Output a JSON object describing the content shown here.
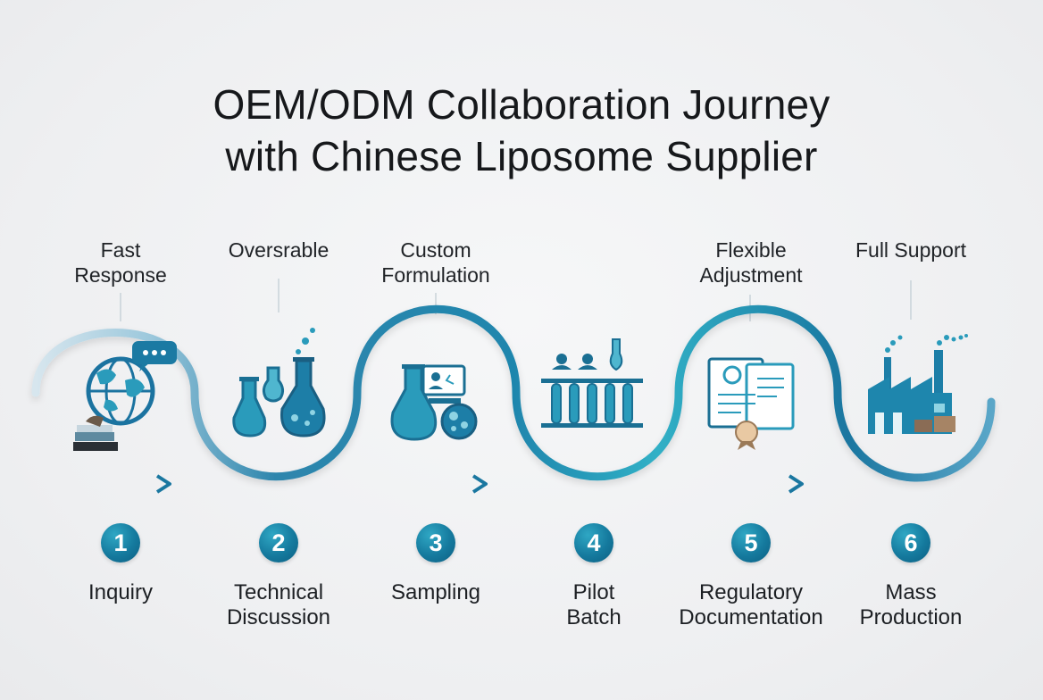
{
  "title": {
    "line1": "OEM/ODM Collaboration Journey",
    "line2": "with Chinese Liposome Supplier"
  },
  "colors": {
    "path_dark": "#17739a",
    "path_light": "#36b3c8",
    "icon_dark": "#1a6f93",
    "icon_mid": "#2a9bbb",
    "icon_light": "#8fd3e3"
  },
  "steps": [
    {
      "number": "1",
      "label_line1": "Inquiry",
      "label_line2": "",
      "top_line1": "Fast",
      "top_line2": "Response",
      "icon": "globe-chat-icon"
    },
    {
      "number": "2",
      "label_line1": "Technical",
      "label_line2": "Discussion",
      "top_line1": "Oversrable",
      "top_line2": "",
      "icon": "lab-flasks-icon"
    },
    {
      "number": "3",
      "label_line1": "Sampling",
      "label_line2": "",
      "top_line1": "Custom",
      "top_line2": "Formulation",
      "icon": "sampling-flask-icon"
    },
    {
      "number": "4",
      "label_line1": "Pilot",
      "label_line2": "Batch",
      "top_line1": "",
      "top_line2": "",
      "icon": "test-tubes-icon"
    },
    {
      "number": "5",
      "label_line1": "Regulatory",
      "label_line2": "Documentation",
      "top_line1": "Flexible",
      "top_line2": "Adjustment",
      "icon": "certificate-documents-icon"
    },
    {
      "number": "6",
      "label_line1": "Mass",
      "label_line2": "Production",
      "top_line1": "Full Support",
      "top_line2": "",
      "icon": "factory-icon"
    }
  ]
}
